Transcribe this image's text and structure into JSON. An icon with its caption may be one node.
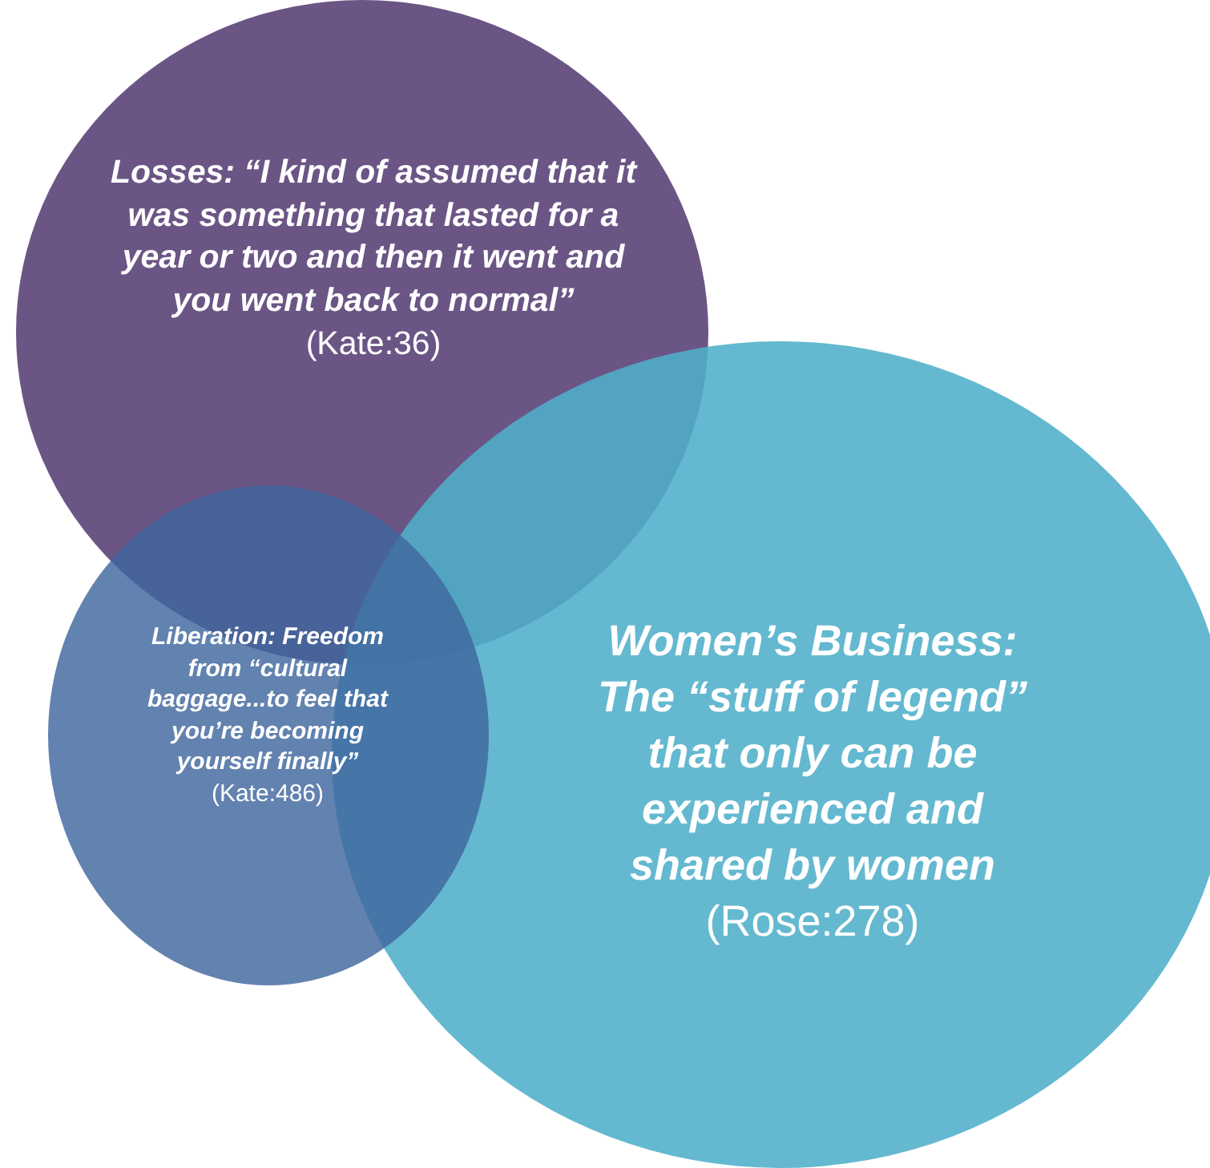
{
  "diagram": {
    "nodes": [
      {
        "text": [
          "Losses: “I kind of assumed that it was something that lasted for a year or two and then it went and you went back to normal”",
          "(Kate:36)"
        ]
      },
      {
        "text": [
          "Liberation: Freedom from “cultural baggage...to feel that you’re becoming yourself finally”",
          "(Kate:486)"
        ]
      },
      {
        "text": [
          "Women’s Business: The “stuff of legend” that only can be experienced and shared by women",
          "(Rose:278)"
        ]
      }
    ]
  }
}
